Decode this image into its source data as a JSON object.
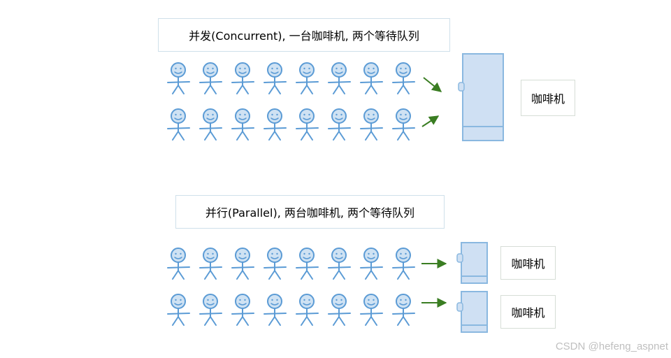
{
  "concurrent": {
    "title": "并发(Concurrent), 一台咖啡机, 两个等待队列",
    "machine_label": "咖啡机",
    "queues": 2,
    "people_per_queue": 8,
    "machines": 1
  },
  "parallel": {
    "title": "并行(Parallel), 两台咖啡机, 两个等待队列",
    "machine_labels": [
      "咖啡机",
      "咖啡机"
    ],
    "queues": 2,
    "people_per_queue": 8,
    "machines": 2
  },
  "watermark": "CSDN @hefeng_aspnet",
  "colors": {
    "person": "#5b9bd5",
    "person_fill": "#cfe2f3",
    "machine_fill": "#cfe0f3",
    "machine_stroke": "#8ab8e0",
    "arrow": "#3a7d22"
  }
}
